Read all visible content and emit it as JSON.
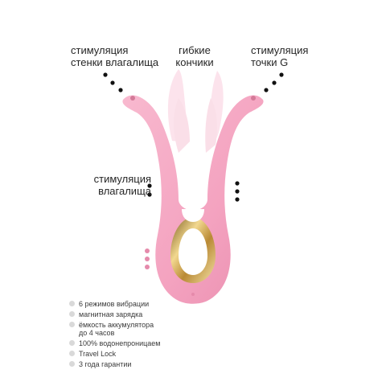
{
  "callouts": {
    "wall": "стимуляция\nстенки влагалища",
    "tips": "гибкие\nкончики",
    "gspot": "стимуляция\nточки G",
    "vagina": "стимуляция\nвлагалища"
  },
  "features": [
    "6 режимов вибрации",
    "магнитная зарядка",
    "ёмкость аккумулятора\nдо 4 часов",
    "100% водонепроницаем",
    "Travel Lock",
    "3 года гарантии"
  ],
  "colors": {
    "product_pink": "#f4a9c3",
    "product_shadow": "#e98fae",
    "gold": "#c9a24a",
    "dots": "#111111"
  },
  "icons": [
    "dot-trail-icon",
    "feature-bullet-icon"
  ]
}
